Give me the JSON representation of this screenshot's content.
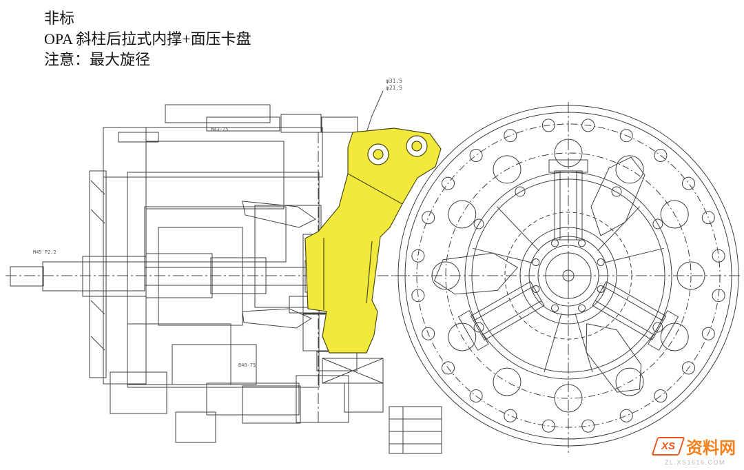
{
  "page": {
    "background": "#ffffff"
  },
  "header": {
    "line1": "非标",
    "line2": "OPA 斜柱后拉式内撑+面压卡盘",
    "line3": "注意：最大旋径"
  },
  "drawing": {
    "line_color": "#3f3f3f",
    "highlight_color": "#f3e93d",
    "labels": [
      {
        "text": "φ31.5"
      },
      {
        "text": "φ21.5"
      },
      {
        "text": "M45 P2.2"
      },
      {
        "text": "M43-75"
      },
      {
        "text": "B40-75"
      }
    ]
  },
  "watermark": {
    "logo": "XS",
    "site": "资料网",
    "url": "ZL.XS1616.COM",
    "accent_color": "#f0551c"
  }
}
